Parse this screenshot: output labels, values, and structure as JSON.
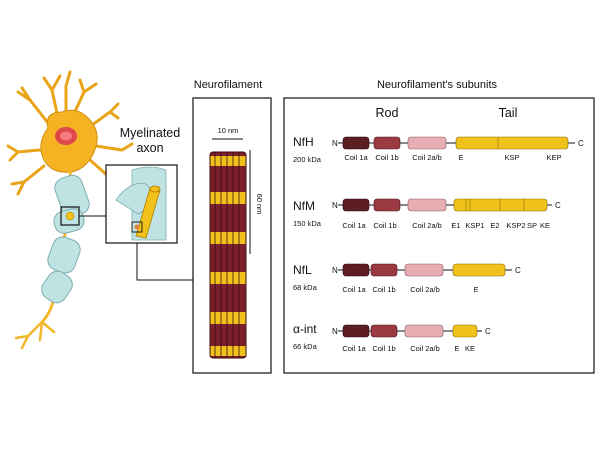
{
  "headers": {
    "neurofilament": "Neurofilament",
    "subunits": "Neurofilament's subunits",
    "rod": "Rod",
    "tail": "Tail"
  },
  "neuron": {
    "myelinated_line1": "Myelinated",
    "myelinated_line2": "axon"
  },
  "scale": {
    "width_label": "10 nm",
    "height_label": "60 nm"
  },
  "terminals": {
    "n": "N",
    "c": "C"
  },
  "colors": {
    "coil1a": "#5c1d23",
    "coil1b": "#9b3a42",
    "coil2": "#e6aeb3",
    "tail": "#f1c21b",
    "rod_filament": "#7a1f2b",
    "neuron_body": "#f5b324",
    "myelin": "#bfe3e3"
  },
  "subunits": [
    {
      "name": "NfH",
      "kda": "200 kDa",
      "labels": [
        "Coil 1a",
        "Coil 1b",
        "Coil 2a/b"
      ],
      "tail_labels": [
        "E",
        "KSP",
        "KEP"
      ]
    },
    {
      "name": "NfM",
      "kda": "150 kDa",
      "labels": [
        "Coil 1a",
        "Coil 1b",
        "Coil 2a/b"
      ],
      "tail_labels": [
        "E1",
        "KSP1",
        "E2",
        "KSP2",
        "SP",
        "KE"
      ]
    },
    {
      "name": "NfL",
      "kda": "68 kDa",
      "labels": [
        "Coil 1a",
        "Coil 1b",
        "Coil 2a/b"
      ],
      "tail_labels": [
        "E"
      ]
    },
    {
      "name": "α-int",
      "kda": "66 kDa",
      "labels": [
        "Coil 1a",
        "Coil 1b",
        "Coil 2a/b"
      ],
      "tail_labels": [
        "E",
        "KE"
      ]
    }
  ]
}
